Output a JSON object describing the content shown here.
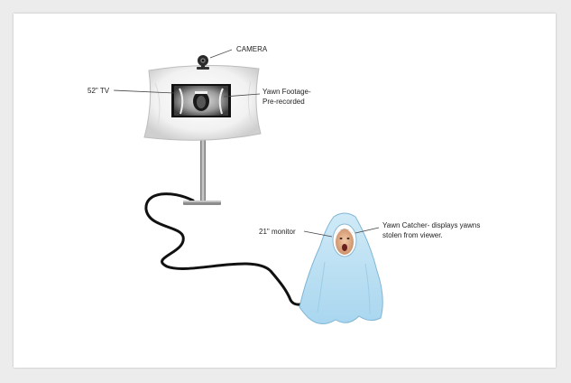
{
  "labels": {
    "camera": "CAMERA",
    "tv": "52\" TV",
    "yawn_footage_line1": "Yawn Footage-",
    "yawn_footage_line2": "Pre-recorded",
    "monitor": "21\" monitor",
    "yawn_catcher_line1": "Yawn Catcher- displays yawns",
    "yawn_catcher_line2": "stolen from viewer."
  },
  "colors": {
    "pillow": "#f2f2f2",
    "cloak": "#bfe3f5",
    "cable": "#111111",
    "pole": "#9a9a9a"
  },
  "icons": {
    "camera": "webcam-icon",
    "screen": "tv-screen-icon",
    "monitor_face": "face-icon"
  }
}
